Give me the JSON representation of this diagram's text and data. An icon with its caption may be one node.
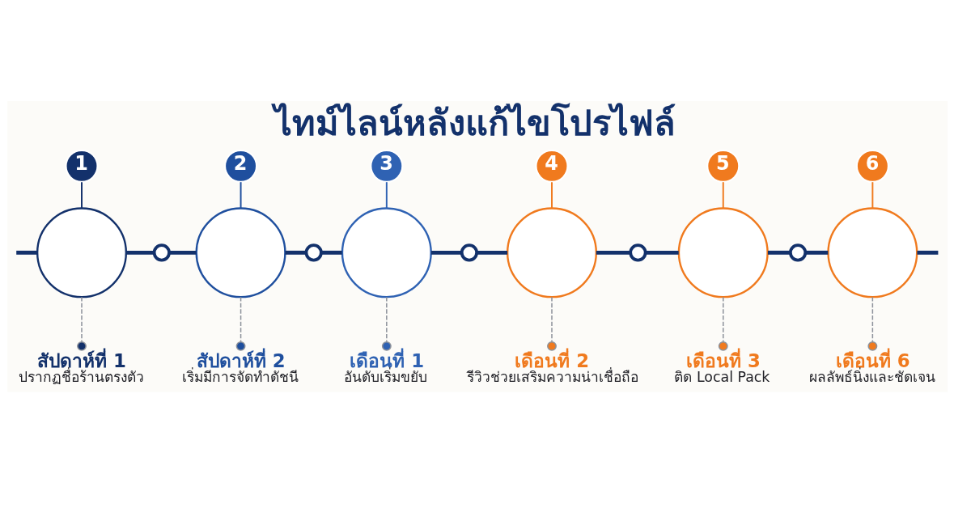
{
  "diagram": {
    "title": "ไทม์ไลน์หลังแก้ไขโปรไฟล์",
    "nodes": [
      {
        "text": [
          "1"
        ]
      },
      {
        "text": [],
        "shape": "circle"
      },
      {
        "text": [
          "สัปดาห์ที่ 1",
          "ปรากฏชื่อร้านตรงตัว"
        ]
      },
      {
        "text": [],
        "shape": "circle"
      },
      {
        "text": [
          "2"
        ]
      },
      {
        "text": [],
        "shape": "circle"
      },
      {
        "text": [
          "สัปดาห์ที่ 2",
          "เริ่มมีการจัดทำดัชนี"
        ]
      },
      {
        "text": [],
        "shape": "circle"
      },
      {
        "text": [
          "3"
        ]
      },
      {
        "text": [],
        "shape": "circle"
      },
      {
        "text": [
          "เดือนที่ 1",
          "อันดับเริ่มขยับ"
        ]
      },
      {
        "text": [],
        "shape": "circle"
      },
      {
        "text": [
          "4"
        ]
      },
      {
        "text": [],
        "shape": "circle"
      },
      {
        "text": [
          "เดือนที่ 2",
          "รีวิวช่วยเสริมความน่าเชื่อถือ"
        ]
      },
      {
        "text": [],
        "shape": "circle"
      },
      {
        "text": [
          "5"
        ]
      },
      {
        "text": [],
        "shape": "circle"
      },
      {
        "text": [
          "เดือนที่ 3",
          "ติด Local Pack"
        ]
      },
      {
        "text": [],
        "shape": "circle"
      },
      {
        "text": [
          "6"
        ]
      },
      {
        "text": [],
        "shape": "circle"
      },
      {
        "text": [
          "เดือนที่ 6",
          "ผลลัพธ์นิ่งและชัดเจน"
        ]
      }
    ],
    "edges": [
      {
        "from": null,
        "to": 1,
        "arrow": "none",
        "style": "thick"
      },
      {
        "from": 1,
        "to": 3,
        "arrow": "none",
        "style": "thick"
      },
      {
        "from": 3,
        "to": 5,
        "arrow": "none",
        "style": "thick"
      },
      {
        "from": 5,
        "to": 7,
        "arrow": "none",
        "style": "thick"
      },
      {
        "from": 7,
        "to": 9,
        "arrow": "none",
        "style": "thick"
      },
      {
        "from": 9,
        "to": 11,
        "arrow": "none",
        "style": "thick"
      },
      {
        "from": 11,
        "to": 13,
        "arrow": "none",
        "style": "thick"
      },
      {
        "from": 13,
        "to": 15,
        "arrow": "none",
        "style": "thick"
      },
      {
        "from": 15,
        "to": 17,
        "arrow": "none",
        "style": "thick"
      },
      {
        "from": 17,
        "to": 19,
        "arrow": "none",
        "style": "thick"
      },
      {
        "from": 19,
        "to": 21,
        "arrow": "none",
        "style": "thick"
      },
      {
        "from": 21,
        "to": null,
        "arrow": "none",
        "style": "thick"
      },
      {
        "from": 0,
        "to": 1,
        "arrow": "none"
      },
      {
        "from": 4,
        "to": 5,
        "arrow": "none",
        "color": "#1f4f9e"
      },
      {
        "from": 8,
        "to": 9,
        "arrow": "none",
        "color": "#2f62b3"
      },
      {
        "from": 12,
        "to": 13,
        "arrow": "none",
        "color": "#f07a1e"
      },
      {
        "from": 16,
        "to": 17,
        "arrow": "none",
        "color": "#f07a1e"
      },
      {
        "from": 20,
        "to": 21,
        "arrow": "none",
        "color": "#f07a1e"
      },
      {
        "from": 1,
        "to": 2,
        "arrow": "other",
        "style": "dashed",
        "color": "#8d929b"
      },
      {
        "from": 5,
        "to": 6,
        "arrow": "other",
        "style": "dashed",
        "color": "#8d929b"
      },
      {
        "from": 9,
        "to": 10,
        "arrow": "other",
        "style": "dashed",
        "color": "#8d929b"
      },
      {
        "from": 13,
        "to": 14,
        "arrow": "other",
        "style": "dashed",
        "color": "#8d929b"
      },
      {
        "from": 17,
        "to": 18,
        "arrow": "other",
        "style": "dashed",
        "color": "#8d929b"
      },
      {
        "from": 21,
        "to": 22,
        "arrow": "other",
        "style": "dashed",
        "color": "#8d929b"
      }
    ]
  }
}
